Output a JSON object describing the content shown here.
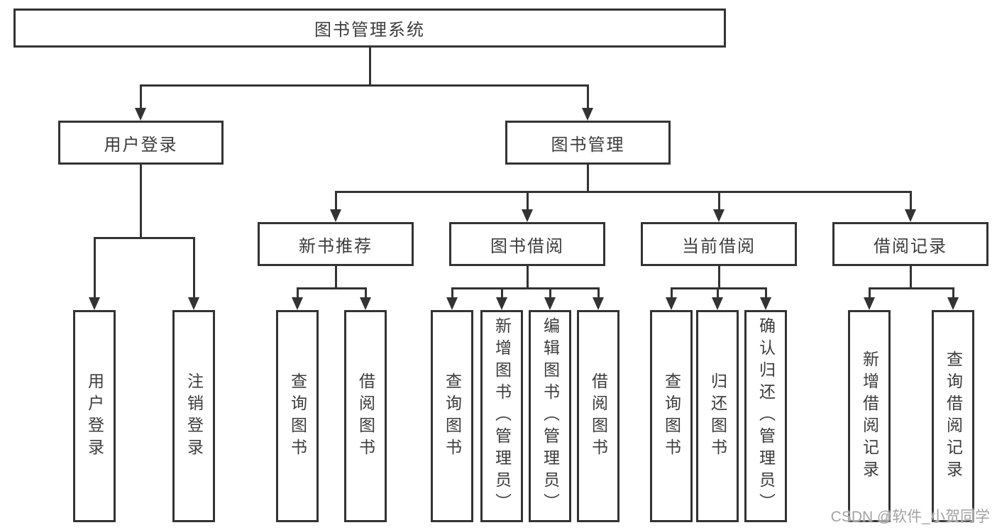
{
  "diagram": {
    "type": "hierarchy-tree",
    "nodes": {
      "root": {
        "label": "图书管理系统"
      },
      "level2": [
        {
          "label": "用户登录"
        },
        {
          "label": "图书管理"
        }
      ],
      "level3": [
        {
          "parent": "图书管理",
          "label": "新书推荐"
        },
        {
          "parent": "图书管理",
          "label": "图书借阅"
        },
        {
          "parent": "图书管理",
          "label": "当前借阅"
        },
        {
          "parent": "图书管理",
          "label": "借阅记录"
        }
      ],
      "leaves": [
        {
          "parent": "用户登录",
          "label": "用户登录"
        },
        {
          "parent": "用户登录",
          "label": "注销登录"
        },
        {
          "parent": "新书推荐",
          "label": "查询图书"
        },
        {
          "parent": "新书推荐",
          "label": "借阅图书"
        },
        {
          "parent": "图书借阅",
          "label": "查询图书"
        },
        {
          "parent": "图书借阅",
          "label": "新增图书（管理员）"
        },
        {
          "parent": "图书借阅",
          "label": "编辑图书（管理员）"
        },
        {
          "parent": "图书借阅",
          "label": "借阅图书"
        },
        {
          "parent": "当前借阅",
          "label": "查询图书"
        },
        {
          "parent": "当前借阅",
          "label": "归还图书"
        },
        {
          "parent": "当前借阅",
          "label": "确认归还（管理员）"
        },
        {
          "parent": "借阅记录",
          "label": "新增借阅记录"
        },
        {
          "parent": "借阅记录",
          "label": "查询借阅记录"
        }
      ]
    },
    "colors": {
      "line": "#333333",
      "text": "#3c3c3c",
      "background": "#ffffff",
      "watermark": "#a3a3a3"
    }
  },
  "watermark": {
    "text": "CSDN @软件_小贺同学"
  }
}
